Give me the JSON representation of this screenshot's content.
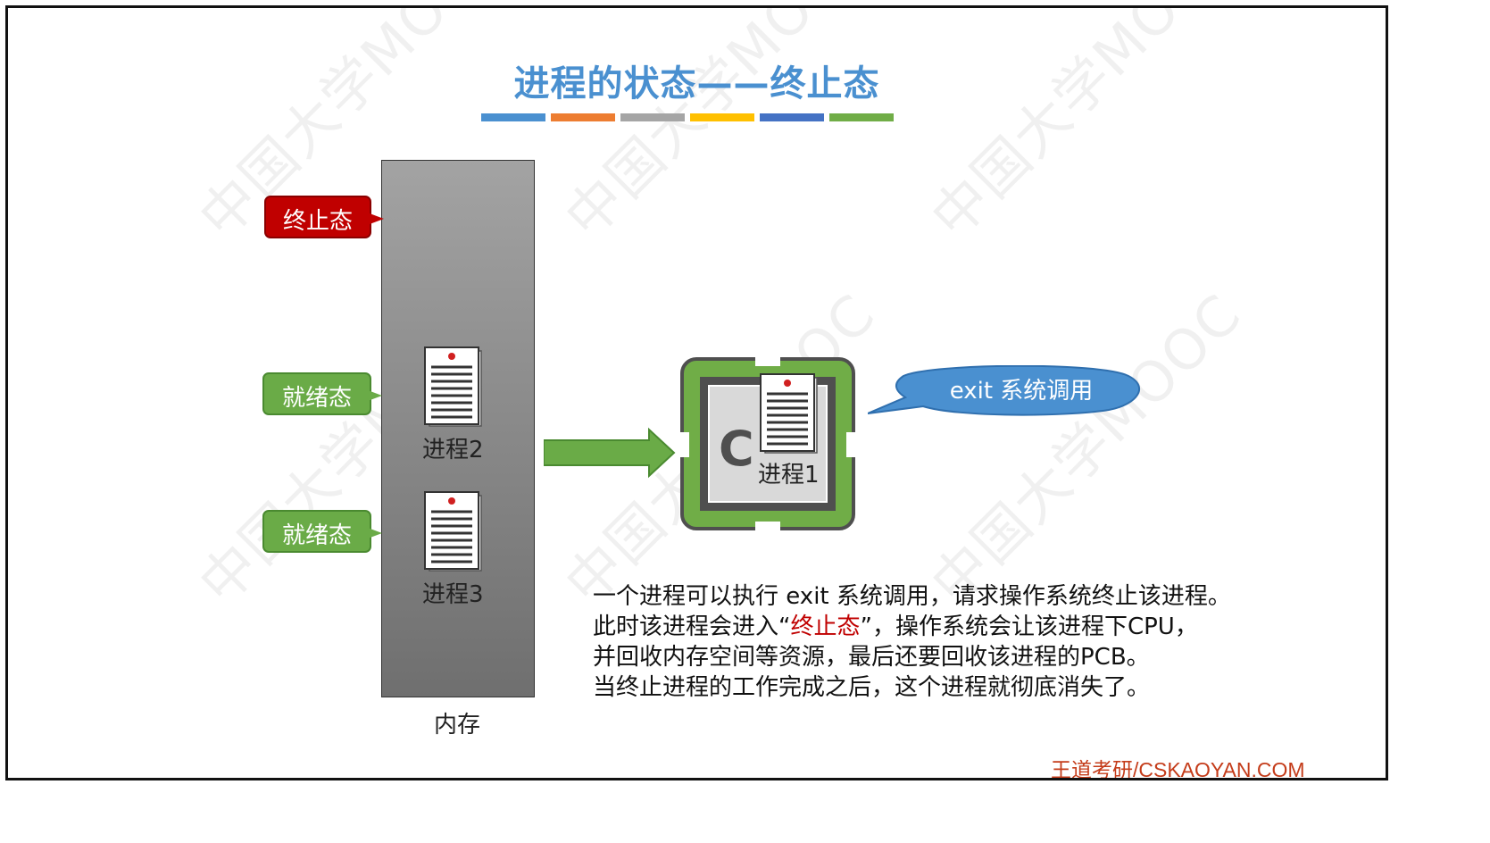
{
  "title": "进程的状态——终止态",
  "title_bar_colors": [
    "#4a90d0",
    "#ed7d31",
    "#a5a5a5",
    "#ffc000",
    "#4472c4",
    "#70ad47"
  ],
  "watermark": "中国大学MOOC",
  "memory": {
    "label": "内存"
  },
  "states": {
    "terminated": "终止态",
    "ready_1": "就绪态",
    "ready_2": "就绪态"
  },
  "processes": {
    "p1": "进程1",
    "p2": "进程2",
    "p3": "进程3"
  },
  "cpu": {
    "label_partial": "C"
  },
  "bubble": {
    "text": "exit 系统调用"
  },
  "description": {
    "line1": "一个进程可以执行 exit 系统调用，请求操作系统终止该进程。",
    "line2_before": "此时该进程会进入“",
    "line2_highlight": "终止态",
    "line2_after": "”，操作系统会让该进程下CPU，",
    "line3": "并回收内存空间等资源，最后还要回收该进程的PCB。",
    "line4": "当终止进程的工作完成之后，这个进程就彻底消失了。"
  },
  "brand": "王道考研/CSKAOYAN.COM",
  "colors": {
    "title": "#4a90d0",
    "terminated": "#c00000",
    "ready": "#6aab47",
    "cpu_green": "#70ad47",
    "bubble": "#4a90d0",
    "highlight": "#c00000",
    "brand": "#c43c1a"
  }
}
